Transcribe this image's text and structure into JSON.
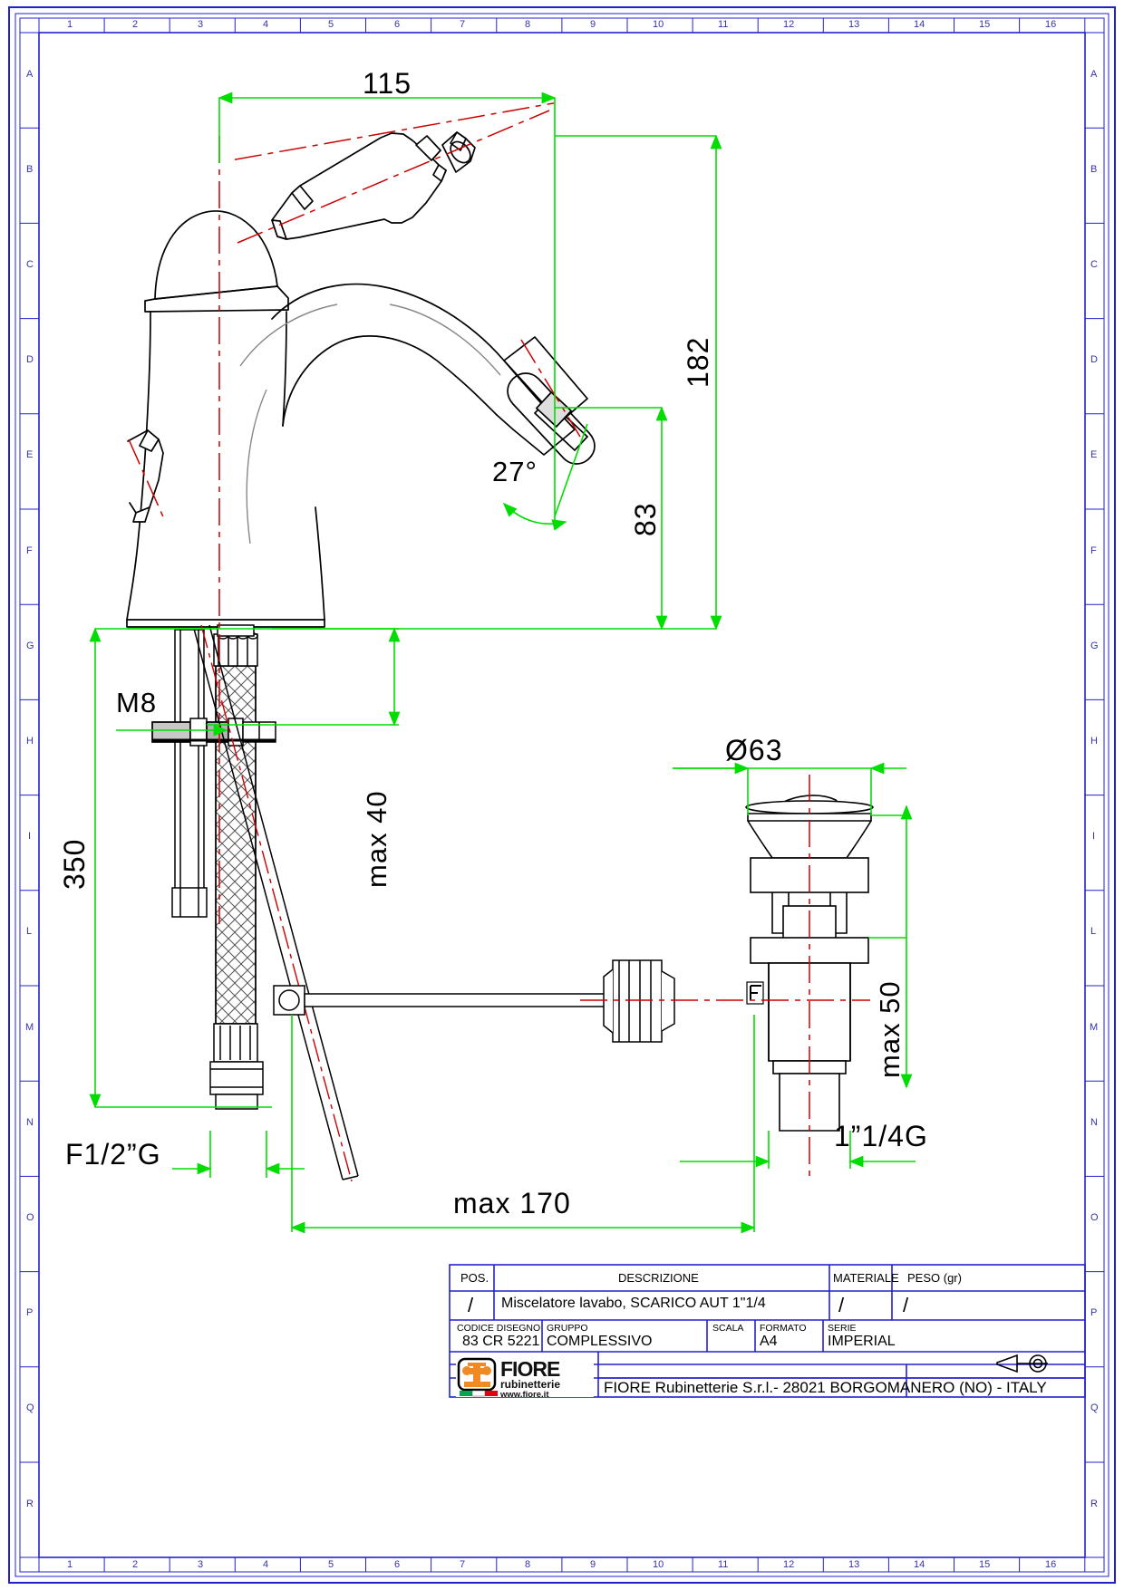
{
  "sheet": {
    "format": "A4",
    "border_color": "#2222cc",
    "dim_color": "#00dd00",
    "center_color": "#cc0000",
    "outline_color": "#000000"
  },
  "zones": {
    "columns": [
      "1",
      "2",
      "3",
      "4",
      "5",
      "6",
      "7",
      "8",
      "9",
      "10",
      "11",
      "12",
      "13",
      "14",
      "15",
      "16"
    ],
    "rows": [
      "A",
      "B",
      "C",
      "D",
      "E",
      "F",
      "G",
      "H",
      "I",
      "L",
      "M",
      "N",
      "O",
      "P",
      "Q",
      "R"
    ]
  },
  "dimensions": {
    "width_overall": "115",
    "height_overall": "182",
    "spout_height": "83",
    "spout_angle": "27°",
    "thread_top": "M8",
    "hose_length": "350",
    "max_thickness": "max 40",
    "inlet_thread": "F1/2”G",
    "drain_diameter": "Ø63",
    "drain_max": "max 50",
    "drain_thread": "1”1/4G",
    "rod_max": "max  170"
  },
  "title_block": {
    "headers": {
      "pos": "POS.",
      "descrizione": "DESCRIZIONE",
      "materiale": "MATERIALE",
      "peso": "PESO (gr)",
      "codice_disegno": "CODICE DISEGNO",
      "gruppo": "GRUPPO",
      "scala": "SCALA",
      "formato": "FORMATO",
      "serie": "SERIE"
    },
    "values": {
      "pos": "/",
      "descrizione": "Miscelatore lavabo, SCARICO AUT 1\"1/4",
      "materiale": "/",
      "peso": "/",
      "codice_disegno": "83 CR 5221",
      "gruppo": "COMPLESSIVO",
      "scala": "",
      "formato": "A4",
      "serie": "IMPERIAL"
    },
    "logo": {
      "brand": "FIORE",
      "sub": "rubinetterie",
      "url": "www.fiore.it",
      "flag_colors": [
        "#00a650",
        "#ffffff",
        "#e3000f"
      ],
      "mark_color": "#f08a24"
    },
    "company": "FIORE Rubinetterie S.r.l.- 28021 BORGOMANERO (NO) - ITALY",
    "projection_symbol": "first-angle-projection-icon"
  }
}
